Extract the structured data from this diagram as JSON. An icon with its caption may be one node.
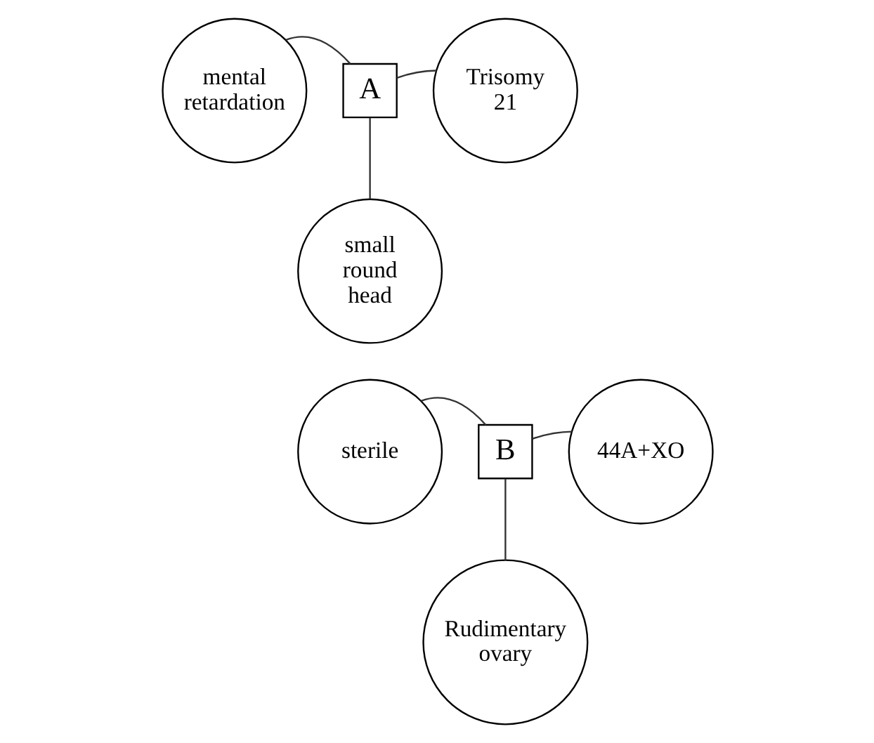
{
  "diagram": {
    "nodes": [
      {
        "text": [
          "mental retardation"
        ]
      },
      {
        "text": [
          "Trisomy 21"
        ]
      },
      {
        "text": [
          "A"
        ]
      },
      {
        "text": [
          "small round head"
        ]
      },
      {
        "text": [
          "sterile"
        ]
      },
      {
        "text": [
          "44A+XO"
        ]
      },
      {
        "text": [
          "B"
        ]
      },
      {
        "text": [
          "Rudimentary ovary"
        ]
      }
    ],
    "edges": [
      {
        "from": 2,
        "to": 0,
        "arrow": "none"
      },
      {
        "from": 2,
        "to": 1,
        "arrow": "none"
      },
      {
        "from": 2,
        "to": 3,
        "arrow": "none"
      },
      {
        "from": 6,
        "to": 4,
        "arrow": "none"
      },
      {
        "from": 6,
        "to": 5,
        "arrow": "none"
      },
      {
        "from": 6,
        "to": 7,
        "arrow": "none"
      }
    ]
  }
}
